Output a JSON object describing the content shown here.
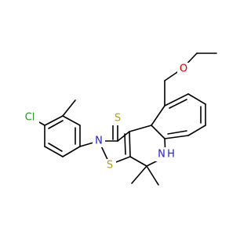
{
  "molecule": {
    "atom_labels": {
      "thione_sulfur": "S",
      "ring_sulfur": "S",
      "ring_nitrogen": "N",
      "amine_nh": "N",
      "amine_h": "H",
      "chlorine": "Cl",
      "ether_oxygen": "O"
    },
    "colors": {
      "sulfur": "#b5a100",
      "nitrogen": "#2020e0",
      "chlorine": "#1f9e1f",
      "oxygen": "#e00000",
      "bond": "#000000"
    }
  }
}
